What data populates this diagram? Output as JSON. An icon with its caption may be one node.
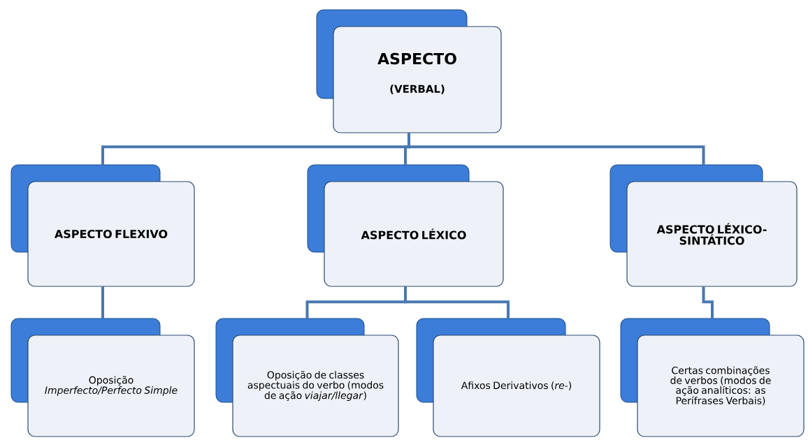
{
  "diagram": {
    "nodes": [
      {
        "text": [
          "ASPECTO",
          "(VERBAL)"
        ]
      },
      {
        "text": [
          "ASPECTO FLEXIVO"
        ]
      },
      {
        "text": [
          "ASPECTO LÉXICO"
        ]
      },
      {
        "text": [
          "ASPECTO LÉXICO-SINTÁTICO"
        ]
      },
      {
        "text": [
          "Oposição *Imperfecto/Perfecto Simple*"
        ]
      },
      {
        "text": [
          "Oposição de classes aspectuais do verbo (modos de ação *viajar/llegar*)"
        ]
      },
      {
        "text": [
          "Afixos Derivativos (*re-*)"
        ]
      },
      {
        "text": [
          "Certas combinações de verbos (modos de ação analíticos: as Perífrases Verbais)"
        ]
      }
    ],
    "edges": [
      {
        "from": 0,
        "to": 1,
        "arrow": "none"
      },
      {
        "from": 0,
        "to": 2,
        "arrow": "none"
      },
      {
        "from": 0,
        "to": 3,
        "arrow": "none"
      },
      {
        "from": 1,
        "to": 4,
        "arrow": "none"
      },
      {
        "from": 2,
        "to": 5,
        "arrow": "none"
      },
      {
        "from": 2,
        "to": 6,
        "arrow": "none"
      },
      {
        "from": 3,
        "to": 7,
        "arrow": "none"
      }
    ]
  }
}
